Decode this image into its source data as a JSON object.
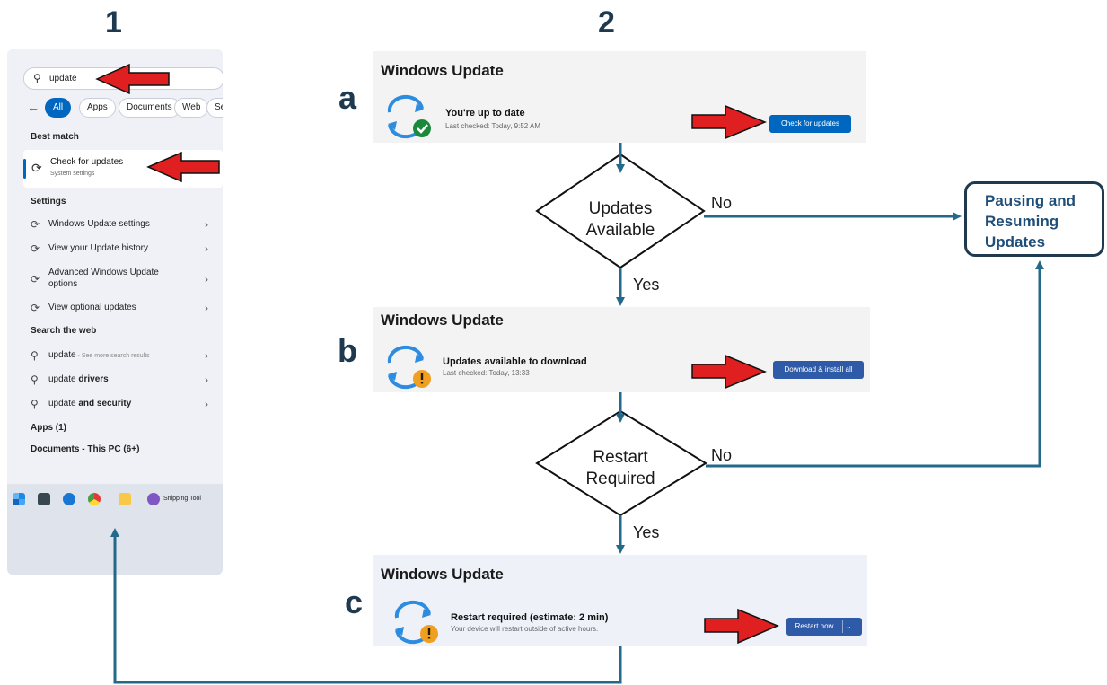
{
  "steps": {
    "one": "1",
    "two": "2"
  },
  "letters": {
    "a": "a",
    "b": "b",
    "c": "c"
  },
  "start_menu": {
    "search_value": "update",
    "filters": [
      "All",
      "Apps",
      "Documents",
      "Web",
      "Sett"
    ],
    "best_match_header": "Best match",
    "best_match": {
      "title": "Check for updates",
      "subtitle": "System settings"
    },
    "settings_header": "Settings",
    "settings_items": [
      "Windows Update settings",
      "View your Update history",
      "Advanced Windows Update",
      "options",
      "View optional updates"
    ],
    "web_header": "Search the web",
    "web_items": {
      "first": "update",
      "first_hint": " - See more search results",
      "second_a": "update ",
      "second_b": "drivers",
      "third_a": "update ",
      "third_b": "and security"
    },
    "apps_header": "Apps (1)",
    "docs_header": "Documents - This PC (6+)",
    "taskbar_label": "Snipping Tool"
  },
  "panel_a": {
    "title": "Windows Update",
    "status": "You're up to date",
    "sub": "Last checked: Today, 9:52 AM",
    "button": "Check for updates"
  },
  "panel_b": {
    "title": "Windows Update",
    "status": "Updates available to download",
    "sub": "Last checked: Today, 13:33",
    "button": "Download & install all"
  },
  "panel_c": {
    "title": "Windows Update",
    "status": "Restart required (estimate: 2 min)",
    "sub": "Your device will restart outside of active hours.",
    "button": "Restart now"
  },
  "diagram": {
    "decision1": {
      "line1": "Updates",
      "line2": "Available"
    },
    "decision2": {
      "line1": "Restart",
      "line2": "Required"
    },
    "no1": "No",
    "yes1": "Yes",
    "no2": "No",
    "yes2": "Yes",
    "pause": {
      "line1": "Pausing and",
      "line2": "Resuming",
      "line3": "Updates"
    }
  },
  "colors": {
    "arrow": "#236a8a",
    "red_arrow": "#e02020",
    "accent": "#0067c0",
    "label": "#1f4e79"
  }
}
